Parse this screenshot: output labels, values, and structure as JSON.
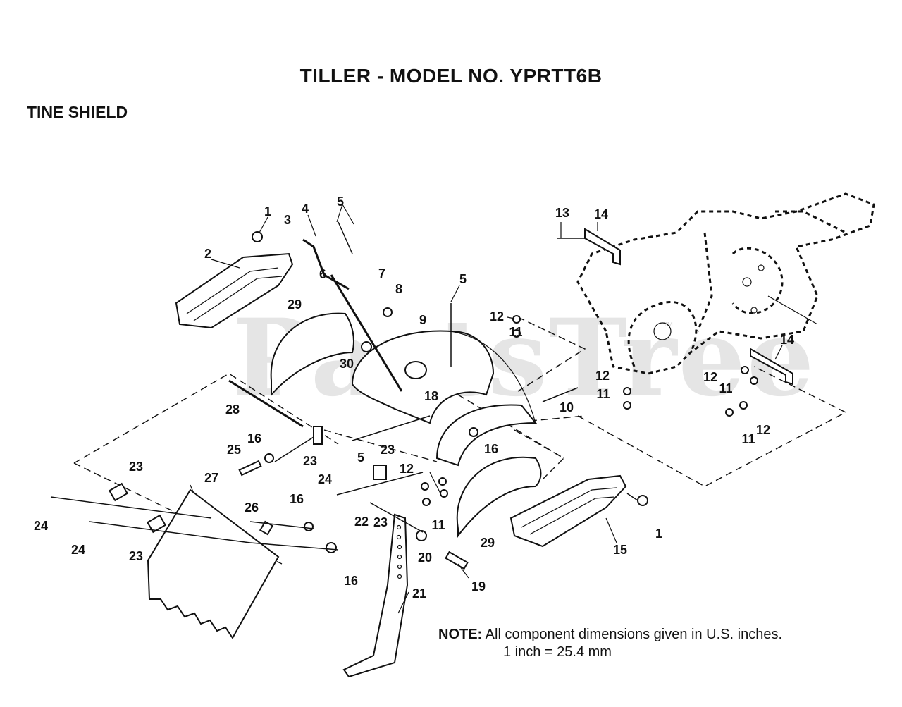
{
  "title": "TILLER - MODEL NO. YPRTT6B",
  "section": "TINE SHIELD",
  "watermark": "PartsTree",
  "watermark_tm": "™",
  "note": {
    "label": "NOTE:",
    "line1": "All component dimensions given in U.S. inches.",
    "line2": "1 inch = 25.4 mm"
  },
  "callouts": [
    "1",
    "4",
    "5",
    "3",
    "2",
    "6",
    "7",
    "8",
    "5",
    "29",
    "9",
    "30",
    "18",
    "10",
    "12",
    "11",
    "13",
    "14",
    "14",
    "12",
    "11",
    "12",
    "11",
    "12",
    "11",
    "28",
    "16",
    "25",
    "23",
    "23",
    "5",
    "23",
    "12",
    "16",
    "11",
    "24",
    "23",
    "27",
    "26",
    "16",
    "24",
    "24",
    "23",
    "22",
    "20",
    "21",
    "19",
    "16",
    "29",
    "15",
    "1"
  ]
}
